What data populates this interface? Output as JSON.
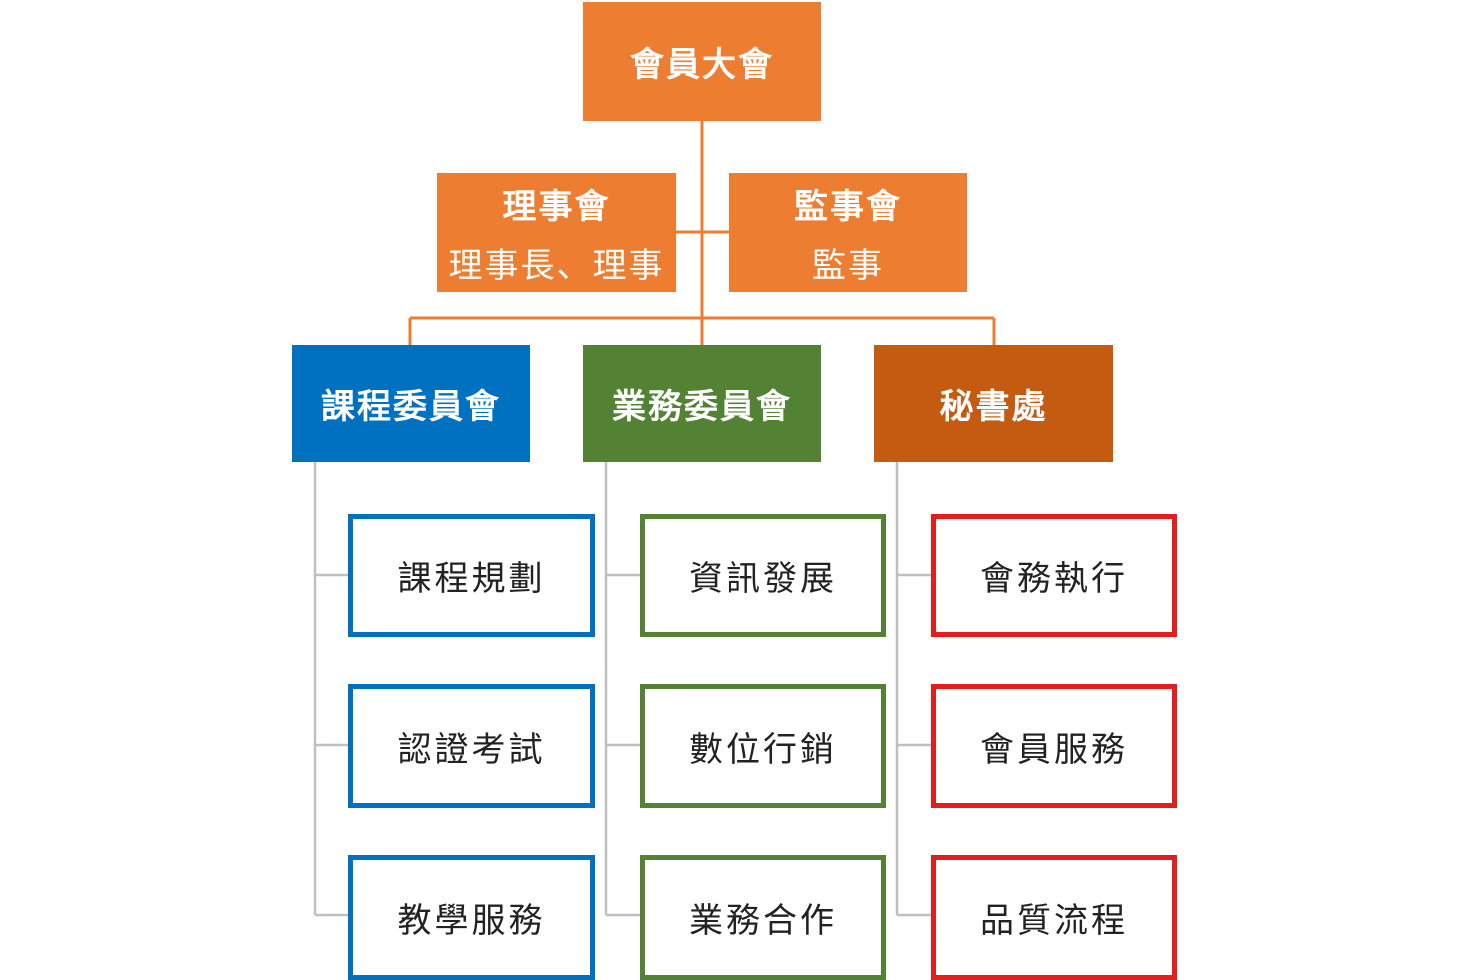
{
  "top": {
    "title": "會員大會"
  },
  "board": {
    "title": "理事會",
    "members": "理事長、理事"
  },
  "supervisors": {
    "title": "監事會",
    "members": "監事"
  },
  "committees": [
    {
      "title": "課程委員會",
      "items": [
        "課程規劃",
        "認證考試",
        "教學服務"
      ]
    },
    {
      "title": "業務委員會",
      "items": [
        "資訊發展",
        "數位行銷",
        "業務合作"
      ]
    },
    {
      "title": "秘書處",
      "items": [
        "會務執行",
        "會員服務",
        "品質流程"
      ]
    }
  ],
  "colors": {
    "orange": "#ED7D31",
    "blue": "#0070C0",
    "green": "#548235",
    "rust": "#C55A11",
    "red_outline": "#E41E1E",
    "connector_orange": "#ED7D31",
    "connector_gray": "#BFBFBF"
  }
}
